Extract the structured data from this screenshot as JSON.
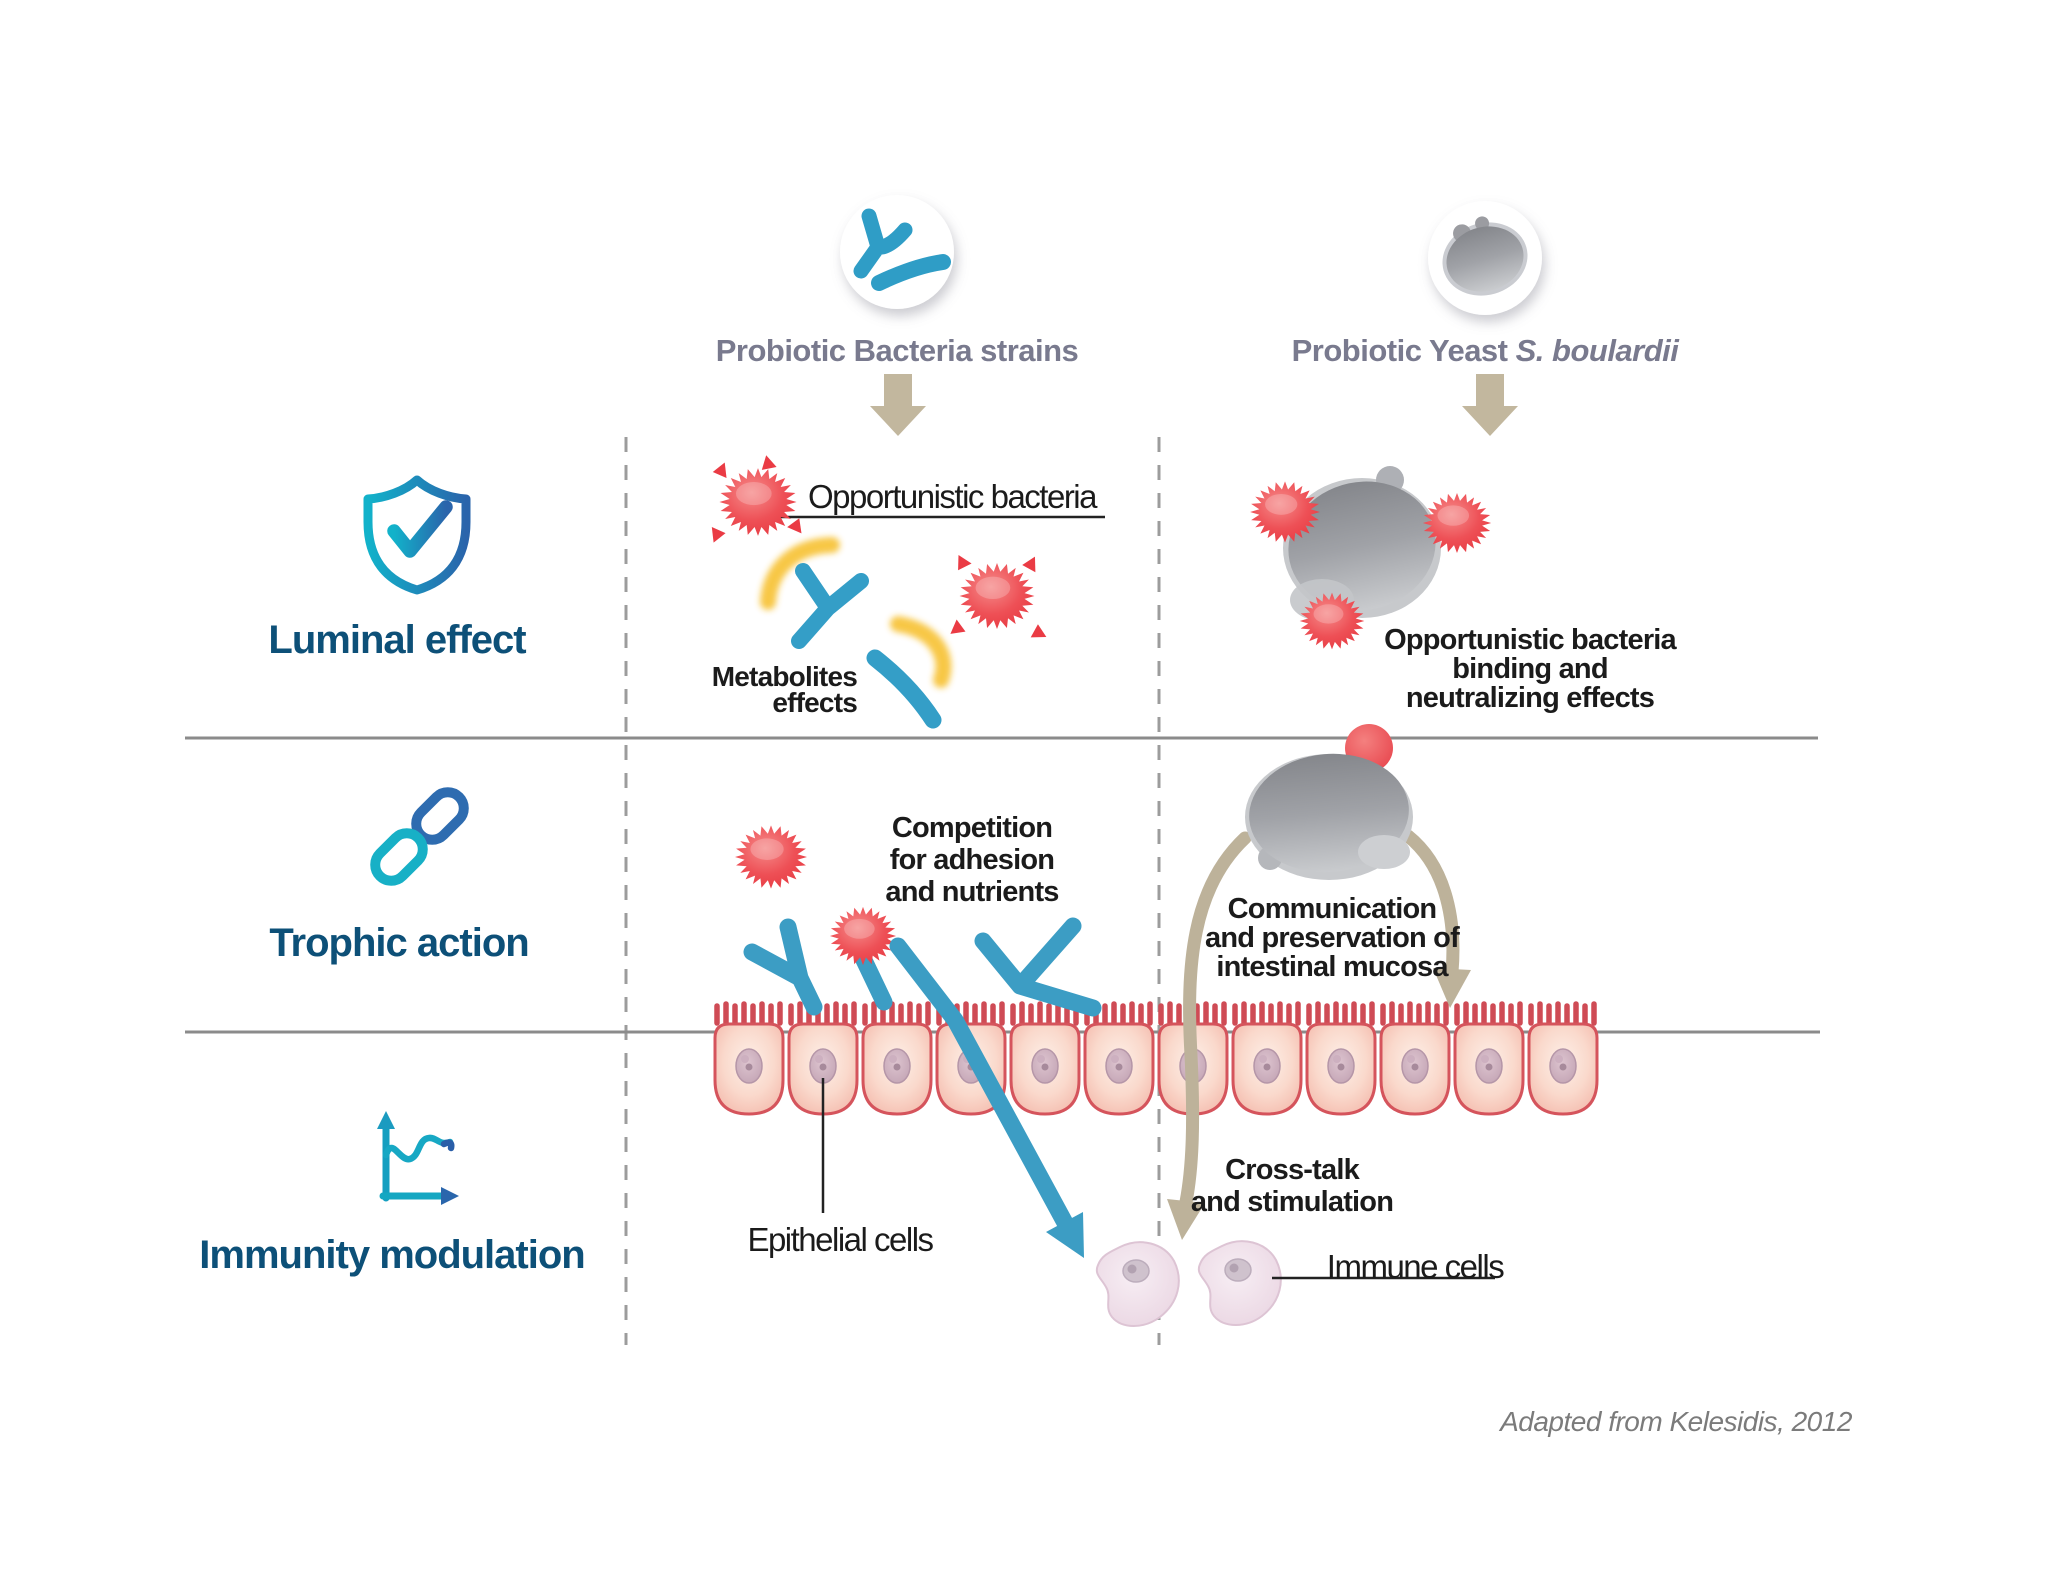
{
  "header": {
    "bacteria_label": "Probiotic Bacteria strains",
    "yeast_label_prefix": "Probiotic Yeast ",
    "yeast_label_species": "S. boulardii"
  },
  "rows": {
    "luminal": {
      "title": "Luminal effect"
    },
    "trophic": {
      "title": "Trophic action"
    },
    "immunity": {
      "title": "Immunity modulation"
    }
  },
  "annotations": {
    "opportunistic": "Opportunistic bacteria",
    "metabolites": [
      "Metabolites",
      "effects"
    ],
    "binding": [
      "Opportunistic bacteria",
      "binding and",
      "neutralizing effects"
    ],
    "competition": [
      "Competition",
      "for adhesion",
      "and nutrients"
    ],
    "communication": [
      "Communication",
      "and preservation of",
      "intestinal mucosa"
    ],
    "crosstalk": [
      "Cross-talk",
      "and stimulation"
    ],
    "epithelial": "Epithelial cells",
    "immune": "Immune cells"
  },
  "footer": {
    "credit": "Adapted from Kelesidis, 2012"
  },
  "icons": [
    "bacteria-strains-icon",
    "yeast-icon",
    "down-arrow-icon",
    "shield-check-icon",
    "chain-link-icon",
    "immunity-chart-icon"
  ],
  "colors": {
    "navy_text": "#0d5078",
    "gray_header_text": "#797a8e",
    "teal": "#12b2ca",
    "blue": "#2a64ab",
    "bacteria_blue": "#349ec7",
    "germ_red": "#e8424a",
    "metabolite_yellow": "#f7c133",
    "tan_arrow": "#c2b79e",
    "cell_border": "#d5545c",
    "immune_cell_fill": "#eedbe7",
    "yeast_gray": "#98999e",
    "separator_gray": "#8b8b8b"
  }
}
